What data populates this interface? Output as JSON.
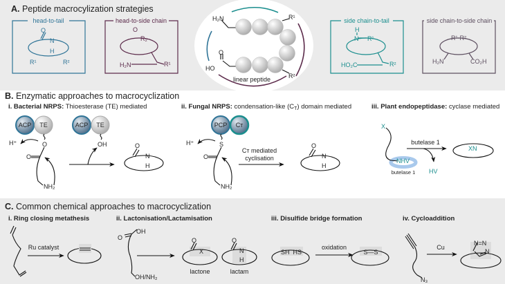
{
  "colors": {
    "head_to_tail": "#2f7497",
    "head_to_side": "#5c2b4b",
    "side_to_tail": "#1b8e8e",
    "side_to_side": "#5d4f60",
    "panel_bg": "#ebebeb",
    "butelase": "#a9c9ec"
  },
  "panelA": {
    "title_letter": "A.",
    "title": " Peptide macrocylization strategies",
    "boxes": [
      {
        "label": "head-to-tail",
        "atoms": [
          "O",
          "N",
          "H",
          "R¹",
          "R²"
        ]
      },
      {
        "label": "head-to-side chain",
        "atoms": [
          "O",
          "R₂",
          "H₂N",
          "R¹"
        ]
      },
      {
        "label": "side chain-to-tail",
        "atoms": [
          "H",
          "N",
          "R¹",
          "HO₂C",
          "R²"
        ]
      },
      {
        "label": "side chain-to-side chain",
        "atoms": [
          "R¹-R²",
          "H₂N",
          "CO₂H"
        ]
      }
    ],
    "center": {
      "label": "linear peptide",
      "atoms": [
        "H₂N",
        "HO",
        "O",
        "R¹",
        "R²"
      ]
    }
  },
  "panelB": {
    "title_letter": "B.",
    "title": " Enzymatic approaches to macrocyclization",
    "i": {
      "bold": "i. Bacterial NRPS:",
      "text": " Thioesterase (TE) mediated",
      "domains": [
        "ACP",
        "TE"
      ],
      "atoms": [
        "H⁺",
        "O",
        "O",
        "NH₂",
        "OH",
        "O",
        "N",
        "H"
      ]
    },
    "ii": {
      "bold": "ii. Fungal NRPS:",
      "text": " condensation-like (C",
      "sub": "T",
      "text2": ") domain mediated",
      "domains": [
        "PCP",
        "Cᴛ"
      ],
      "atoms": [
        "H⁺",
        "S",
        "O",
        "NH₂",
        "O",
        "N",
        "H"
      ],
      "arrow_label1": "Cᴛ mediated",
      "arrow_label2": "cyclisation"
    },
    "iii": {
      "bold": "iii. Plant endopeptidase:",
      "text": " cyclase mediated",
      "atoms": [
        "X",
        "NHV",
        "HV",
        "XN"
      ],
      "enzyme": "butelase 1",
      "arrow_label": "butelase 1"
    }
  },
  "panelC": {
    "title_letter": "C.",
    "title": " Common chemical approaches to macrocyclization",
    "i": {
      "label": "i. Ring closing metathesis",
      "arrow_label": "Ru catalyst"
    },
    "ii": {
      "label": "ii. Lactonisation/Lactamisation",
      "atoms": [
        "OH",
        "O",
        "OH/NH₂",
        "O",
        "X",
        "O",
        "N",
        "H"
      ],
      "product1": "lactone",
      "product2": "lactam"
    },
    "iii": {
      "label": "iii. Disulfide bridge formation",
      "atoms": [
        "SH  HS",
        "S—S"
      ],
      "arrow_label": "oxidation"
    },
    "iv": {
      "label": "iv. Cycloaddition",
      "atoms": [
        "N₃",
        "N=N",
        "N"
      ],
      "arrow_label": "Cu"
    }
  }
}
